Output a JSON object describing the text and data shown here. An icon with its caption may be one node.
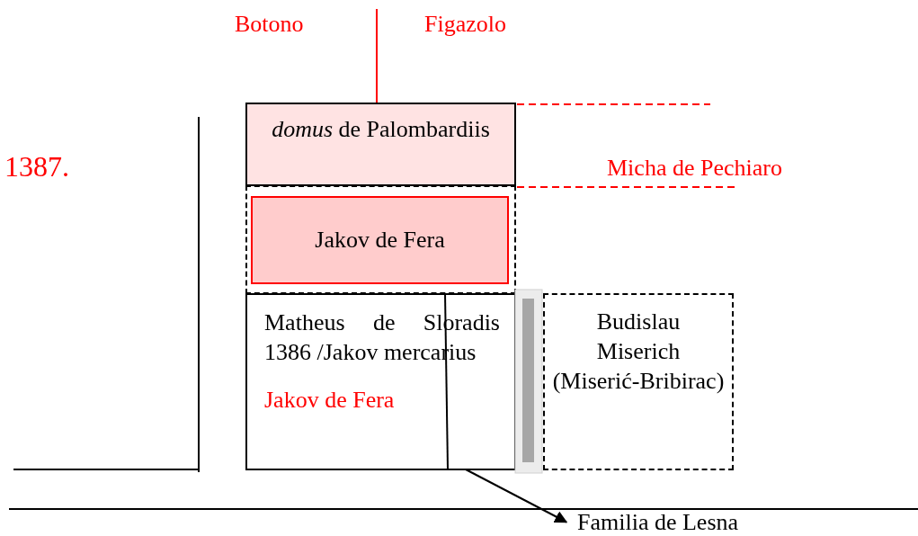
{
  "diagram": {
    "nodes": [
      {
        "text": [
          "*domus* de Palombardiis"
        ]
      },
      {
        "text": [],
        "shape": "box"
      },
      {
        "text": [
          "Jakov de Fera"
        ],
        "in": 1
      },
      {
        "text": [
          "Matheus de Sloradis 1386 /Jakov mercarius",
          "Jakov de Fera"
        ]
      },
      {
        "text": [
          "Budislau Miserich (Miserić-Bribirac)"
        ]
      },
      {
        "text": [
          "Familia de Lesna"
        ]
      }
    ],
    "edges": [
      {
        "from": 3,
        "to": 5,
        "arrow": "to"
      }
    ],
    "labels": [
      "Botono",
      "Figazolo",
      "1387.",
      "Micha de Pechiaro"
    ]
  }
}
